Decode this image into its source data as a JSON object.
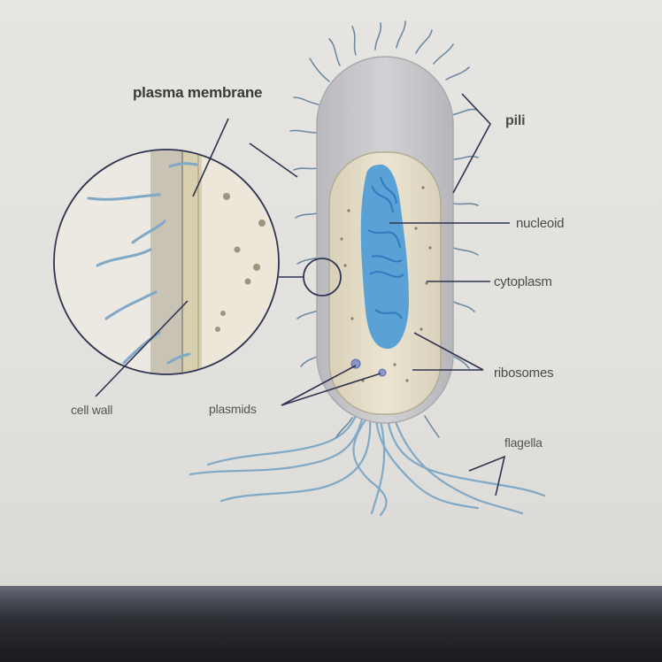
{
  "diagram": {
    "labels": {
      "plasma_membrane": "plasma membrane",
      "pili": "pili",
      "nucleoid": "nucleoid",
      "cytoplasm": "cytoplasm",
      "ribosomes": "ribosomes",
      "cell_wall": "cell wall",
      "plasmids": "plasmids",
      "flagella": "flagella"
    },
    "colors": {
      "cell_outer": "#c2c2c6",
      "cytoplasm": "#e3dcc8",
      "nucleoid": "#4a9ad6",
      "flagella": "#7fa9c6",
      "leader_lines": "#2e3450"
    }
  }
}
